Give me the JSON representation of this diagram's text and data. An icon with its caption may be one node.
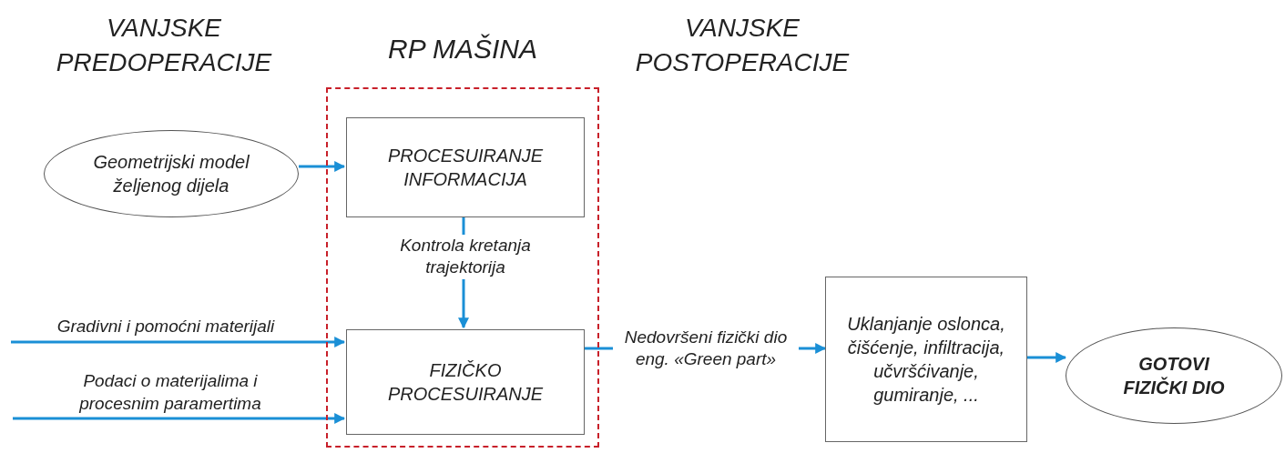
{
  "diagram": {
    "nodes": [
      {
        "text": [
          "RP MAŠINA"
        ]
      },
      {
        "text": [
          "Geometrijski model željenog dijela"
        ]
      },
      {
        "text": [
          "PROCESUIRANJE INFORMACIJA"
        ],
        "in": 0
      },
      {
        "text": [
          "FIZIČKO PROCESUIRANJE"
        ],
        "in": 0
      },
      {
        "text": [
          "Uklanjanje oslonca, čišćenje, infiltracija, učvršćivanje, gumiranje, ..."
        ]
      },
      {
        "text": [
          "GOTOVI FIZIČKI DIO"
        ]
      }
    ],
    "edges": [
      {
        "from": 1,
        "to": 2,
        "arrow": "to"
      },
      {
        "from": 2,
        "to": 3,
        "arrow": "to",
        "label": "Kontrola kretanja trajektorija"
      },
      {
        "from": null,
        "to": 3,
        "arrow": "to",
        "label": "Gradivni i pomoćni materijali"
      },
      {
        "from": null,
        "to": 3,
        "arrow": "to",
        "label": "Podaci o materijalima i procesnim paramertima"
      },
      {
        "from": 3,
        "to": 4,
        "arrow": "to",
        "label": "Nedovršeni fizički dio eng. «Green part»"
      },
      {
        "from": 4,
        "to": 5,
        "arrow": "to"
      }
    ],
    "labels": [
      "VANJSKE PREDOPERACIJE",
      "VANJSKE POSTOPERACIJE"
    ]
  }
}
